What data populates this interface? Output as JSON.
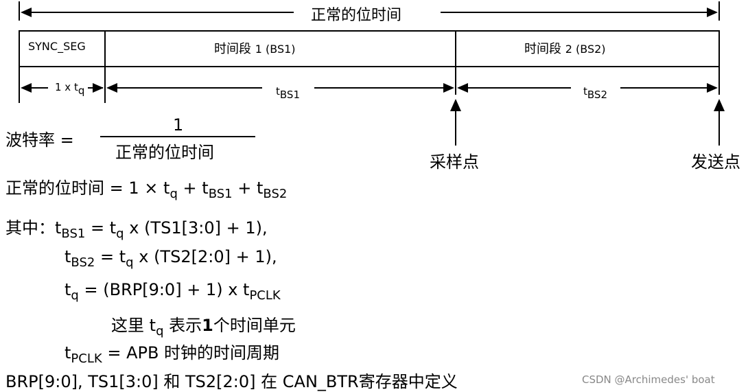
{
  "diagram": {
    "top_label": "正常的位时间",
    "segments": {
      "sync": "SYNC_SEG",
      "bs1_cn": "时间段",
      "bs1_tail": "1 (BS1)",
      "bs2_cn": "时间段",
      "bs2_tail": "2 (BS2)"
    },
    "dims": {
      "tq_pre": "1 x t",
      "tq_sub": "q",
      "t": "t",
      "bs1_sub": "BS1",
      "bs2_sub": "BS2"
    },
    "points": {
      "sample": "采样点",
      "transmit": "发送点"
    }
  },
  "formulas": {
    "baud_lhs": "波特率 =",
    "baud_num": "1",
    "baud_den": "正常的位时间",
    "line1_lhs": "正常的位时间 =",
    "line1_a": "1 × t",
    "q": "q",
    "plus": "+",
    "t": "t",
    "bs1": "BS1",
    "bs2": "BS2",
    "where": "其中：",
    "eq": "=",
    "x_ts1": "x (TS1[3:0] + 1),",
    "x_ts2": "x (TS2[2:0] + 1),",
    "brp": "= (BRP[9:0] + 1) x t",
    "pclk": "PCLK",
    "note_a": "这里",
    "note_b": "表示",
    "note_one": "1",
    "note_c": "个时间单元",
    "apb": "= APB 时钟的时间周期",
    "last": "BRP[9:0], TS1[3:0] 和 TS2[2:0] 在 CAN_BTR寄存器中定义"
  },
  "watermark": "CSDN @Archimedes' boat"
}
